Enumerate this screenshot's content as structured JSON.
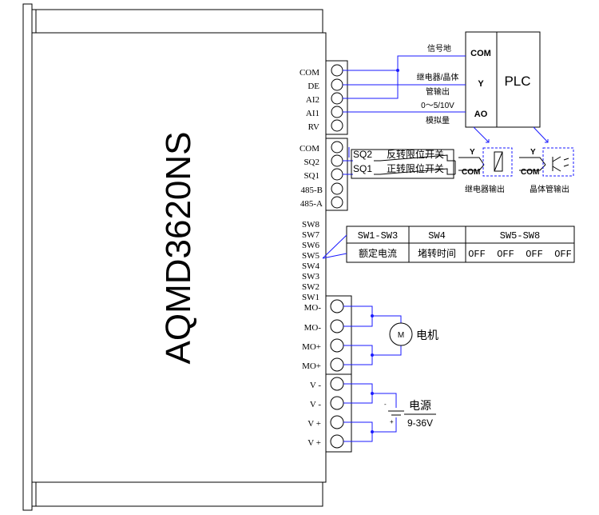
{
  "device": {
    "model": "AQMD3620NS"
  },
  "signal_terminals": [
    "COM",
    "DE",
    "AI2",
    "AI1",
    "RV"
  ],
  "limit_terminals": [
    "COM",
    "SQ2",
    "SQ1",
    "485-B",
    "485-A"
  ],
  "dip_switches": [
    "SW8",
    "SW7",
    "SW6",
    "SW5",
    "SW4",
    "SW3",
    "SW2",
    "SW1"
  ],
  "motor_terminals": [
    "MO-",
    "MO-",
    "MO+",
    "MO+"
  ],
  "power_terminals": [
    "V -",
    "V -",
    "V +",
    "V +"
  ],
  "plc": {
    "label": "PLC",
    "pins": [
      "COM",
      "Y",
      "AO"
    ],
    "signal_ground": "信号地",
    "relay_output_l1": "继电器/晶体",
    "relay_output_l2": "管输出",
    "analog_range": "0～5/10V",
    "analog_label": "模拟量"
  },
  "limits": {
    "sq2": "SQ2",
    "sq2_desc": "反转限位开关",
    "sq1": "SQ1",
    "sq1_desc": "正转限位开关"
  },
  "outputs": {
    "relay_y": "Y",
    "relay_com": "COM",
    "relay_caption": "继电器输出",
    "transistor_y": "Y",
    "transistor_com": "COM",
    "transistor_caption": "晶体管输出"
  },
  "switch_table": {
    "headers": [
      "SW1-SW3",
      "SW4",
      "SW5-SW8"
    ],
    "values": [
      "额定电流",
      "堵转时间",
      "OFF  OFF  OFF  OFF"
    ]
  },
  "motor": {
    "symbol": "M",
    "label": "电机"
  },
  "power": {
    "label": "电源",
    "range": "9-36V",
    "minus": "-",
    "plus": "+"
  }
}
